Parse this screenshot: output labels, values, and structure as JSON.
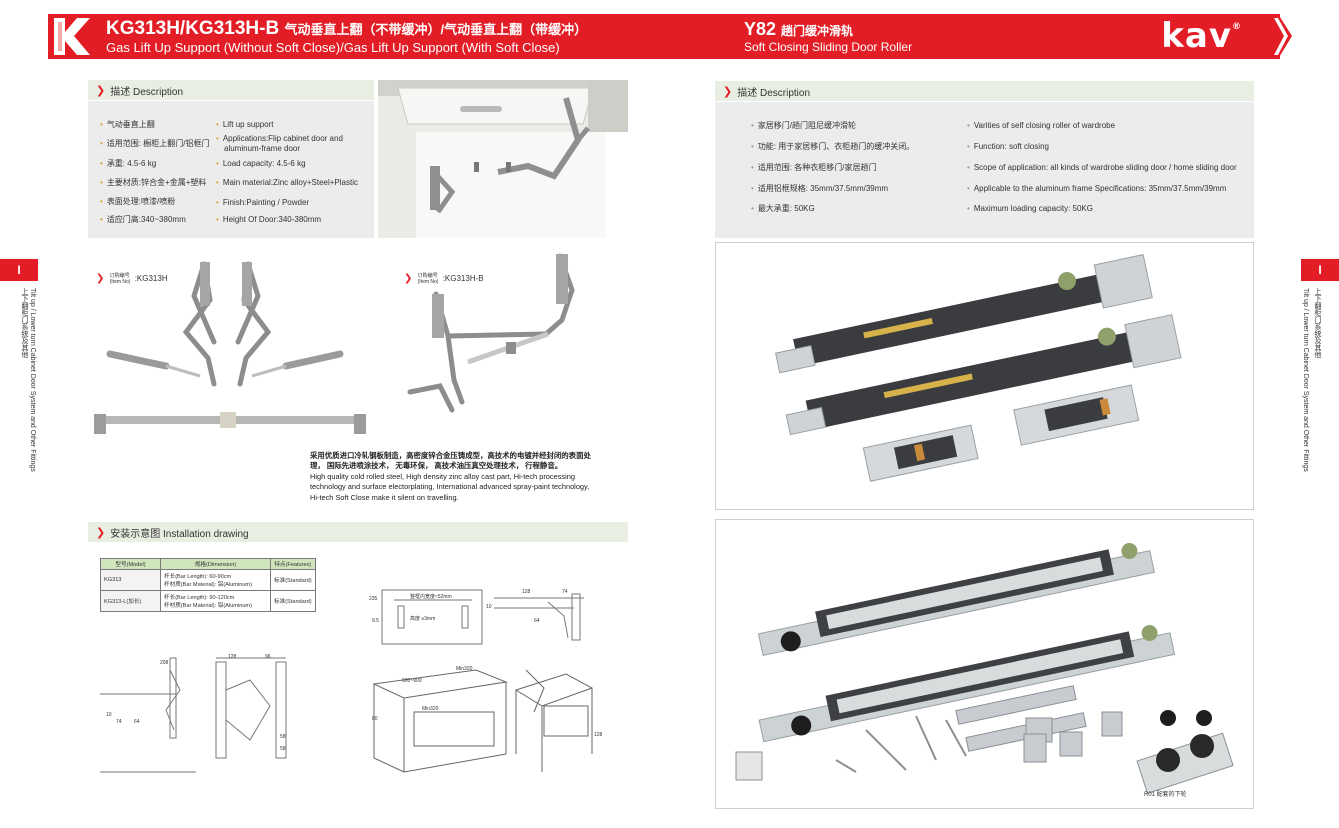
{
  "header": {
    "left_title_en": "KG313H/KG313H-B",
    "left_title_cn": "气动垂直上翻（不带缓冲）/气动垂直上翻（带缓冲）",
    "left_subtitle": "Gas Lift Up Support (Without Soft Close)/Gas Lift Up Support (With Soft Close)",
    "right_title_en": "Y82",
    "right_title_cn": "趟门缓冲滑轨",
    "right_subtitle": "Soft Closing Sliding Door Roller",
    "brand": "kav",
    "brand_mark": "®",
    "colors": {
      "brand_red": "#e31d25",
      "section_bg": "#e9eee2",
      "table_header": "#cfe6bd"
    }
  },
  "left": {
    "desc_title": "描述 Description",
    "desc_cn": [
      "气动垂直上翻",
      "适用范围: 橱柜上翻门/铝框门",
      "承重: 4.5-6 kg",
      "主要材质:锌合金+金属+塑料",
      "表面处理:喷漆/喷粉",
      "适应门高:340~380mm"
    ],
    "desc_en": [
      "Lift up support",
      "Applications:Flip cabinet door and",
      "aluminum-frame door",
      "Load capacity: 4.5-6 kg",
      "Main material:Zinc alloy+Steel+Plastic",
      "Finish:Painting / Powder",
      "Height Of Door:340-380mm"
    ],
    "item1": {
      "cn": "订购编号",
      "en": "(Item No)",
      "code": ":KG313H"
    },
    "item2": {
      "cn": "订购编号",
      "en": "(Item No)",
      "code": ":KG313H-B"
    },
    "paragraph_cn": "采用优质进口冷轧钢板制造，高密度锌合金压铸成型，高技术的电镀并经封闭的表面处理， 国际先进喷涂技术， 无毒环保， 高技术油压真空处理技术， 行程静音。",
    "paragraph_en": "High quality cold rolled steel, High density zinc alloy cast part, Hi-tech processing technology and surface electorplating, International advanced spray-paint technology, Hi-tech Soft Close make it silent on travelling.",
    "install_title": "安装示意图 Installation drawing",
    "table": {
      "headers": [
        "型号(Model)",
        "规格(Dimension)",
        "特点(Features)"
      ],
      "rows": [
        {
          "model": "KG313",
          "dim1": "杆长(Bar Length): 60-90cm",
          "dim2": "杆材质(Bar Material): 铝(Aluminum)",
          "feature": "标准(Standard)"
        },
        {
          "model": "KG313-L(加长)",
          "dim1": "杆长(Bar Length): 90-120cm",
          "dim2": "杆材质(Bar Material): 铝(Aluminum)",
          "feature": "标准(Standard)"
        }
      ]
    },
    "dims": {
      "d208": "208",
      "d128a": "128",
      "d96": "96",
      "d10a": "10",
      "d74a": "74",
      "d64a": "64",
      "d58a": "58",
      "d58b": "58",
      "d235": "235",
      "d9_5": "9.5",
      "inner_width": "整框内宽度≈52mm",
      "height": "高度 ≥3mm",
      "d128b": "128",
      "d74b": "74",
      "d10b": "10",
      "d64b": "64",
      "d600_900": "600~900",
      "min320a": "Min320",
      "min320b": "Min320",
      "d80": "80",
      "d128c": "128"
    }
  },
  "right": {
    "desc_title": "描述 Description",
    "desc_cn": [
      "家居移门/趟门阻尼缓冲滑轮",
      "功能: 用于家居移门、衣柜趟门的缓冲关闭。",
      "适用范围: 各种衣柜移门/家居趟门",
      "适用铝框规格: 35mm/37.5mm/39mm",
      "最大承重: 50KG"
    ],
    "desc_en": [
      "Varities of self closing roller of wardrobe",
      "Function: soft closing",
      "Scope of application: all kinds of wardrobe sliding door / home sliding door",
      "Applicable to the aluminum frame Specifications: 35mm/37.5mm/39mm",
      "Maximum loading capacity: 50KG"
    ],
    "caption_r01": "R01 配套的下轮"
  },
  "side": {
    "tab_label": "I",
    "left_cn": "上下翻柜门系统及其他",
    "left_en": "Tilt up / Lower turn Cabinet Door System and Other Fittings",
    "right_cn": "上下翻柜门系统及其他",
    "right_en": "Tilt up / Lower turn Cabinet Door System and Other Fittings"
  }
}
